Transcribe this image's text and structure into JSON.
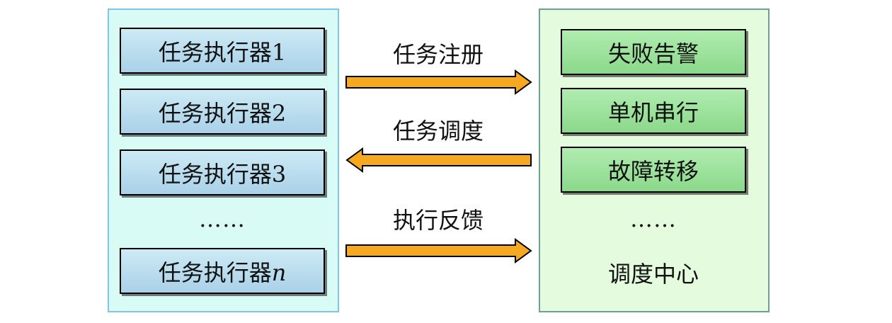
{
  "left": {
    "executors": [
      "任务执行器1",
      "任务执行器2",
      "任务执行器3"
    ],
    "ellipsis": "……",
    "last_prefix": "任务执行器",
    "last_suffix": "n"
  },
  "right": {
    "functions": [
      "失败告警",
      "单机串行",
      "故障转移"
    ],
    "ellipsis": "……",
    "label": "调度中心"
  },
  "arrows": {
    "register": "任务注册",
    "dispatch": "任务调度",
    "feedback": "执行反馈"
  },
  "colors": {
    "arrow": "#f6a81e",
    "left_panel": "#d9fbf6",
    "right_panel": "#e4fcdd"
  }
}
